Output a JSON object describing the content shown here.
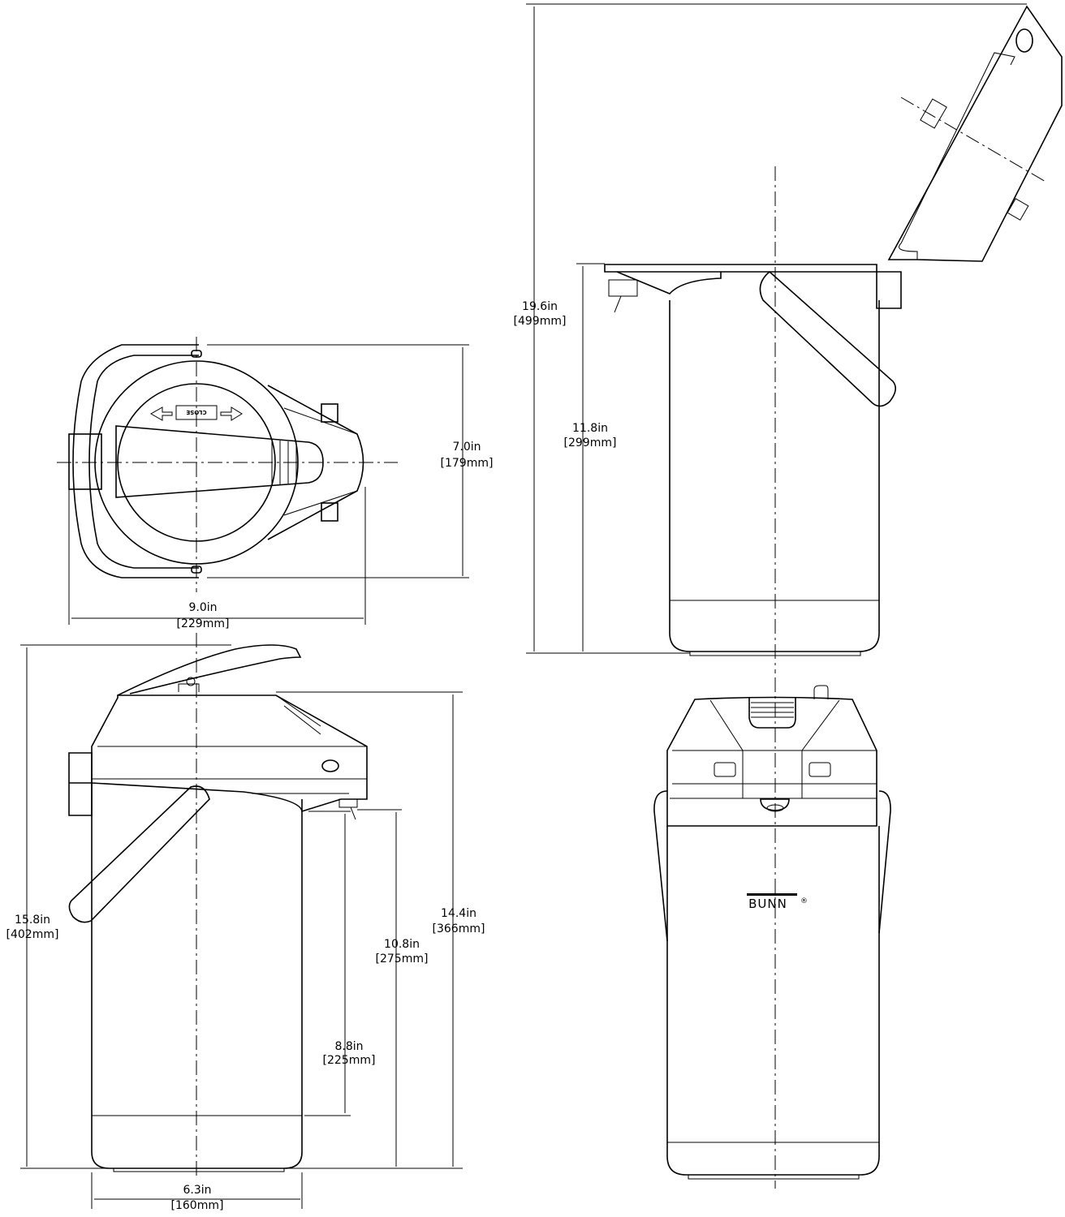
{
  "title": "Airpot dimension drawing",
  "dimensions": {
    "overall_height_open": {
      "in": "19.6in",
      "mm": "[499mm]"
    },
    "body_height_rear": {
      "in": "11.8in",
      "mm": "[299mm]"
    },
    "width_top": {
      "in": "7.0in",
      "mm": "[179mm]"
    },
    "depth_top": {
      "in": "9.0in",
      "mm": "[229mm]"
    },
    "height_lid_open_side": {
      "in": "15.8in",
      "mm": "[402mm]"
    },
    "height_closed": {
      "in": "14.4in",
      "mm": "[366mm]"
    },
    "spout_height": {
      "in": "10.8in",
      "mm": "[275mm]"
    },
    "body_height": {
      "in": "8.8in",
      "mm": "[225mm]"
    },
    "base_diameter": {
      "in": "6.3in",
      "mm": "[160mm]"
    }
  },
  "labels": {
    "lid_lock": "CLOSE",
    "brand": "BUNN",
    "registered": "®"
  }
}
